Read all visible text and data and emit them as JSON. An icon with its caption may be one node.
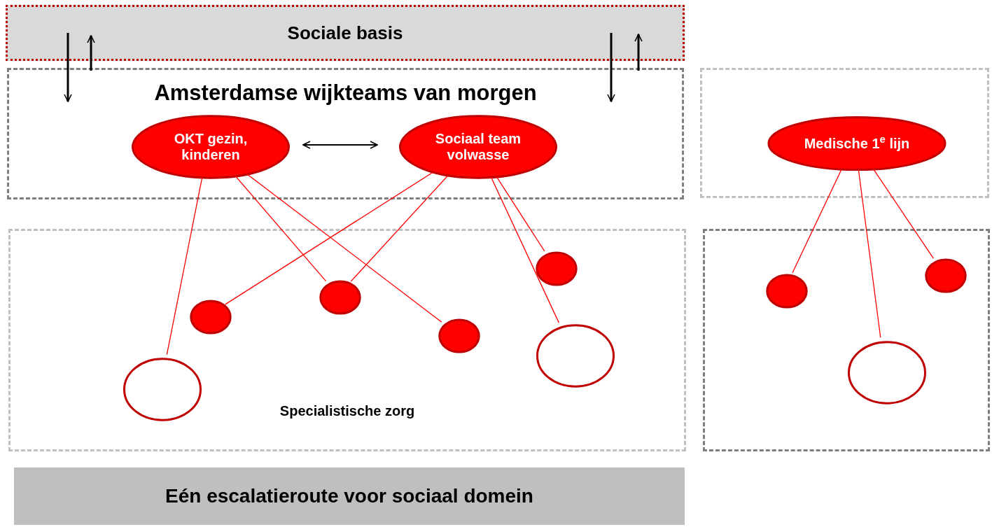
{
  "diagram": {
    "nodes": [
      {
        "text": [
          "Sociale basis"
        ]
      },
      {
        "text": [
          "Amsterdamse wijkteams van morgen"
        ]
      },
      {
        "text": [
          "OKT gezin, kinderen"
        ],
        "in": 1
      },
      {
        "text": [
          "Sociaal team volwasse"
        ],
        "in": 1
      },
      {
        "text": [],
        "shape": "box"
      },
      {
        "text": [
          "Medische 1$^{e}$ lijn"
        ],
        "in": 4
      },
      {
        "text": [
          "Specialistische zorg"
        ]
      },
      {
        "text": [],
        "shape": "circle",
        "in": 6
      },
      {
        "text": [],
        "shape": "circle",
        "in": 6
      },
      {
        "text": [],
        "shape": "circle",
        "in": 6
      },
      {
        "text": [],
        "shape": "circle",
        "in": 6
      },
      {
        "text": [],
        "shape": "circle",
        "in": 6
      },
      {
        "text": [],
        "shape": "circle",
        "in": 6
      },
      {
        "text": [],
        "shape": "box"
      },
      {
        "text": [],
        "shape": "circle",
        "in": 13
      },
      {
        "text": [],
        "shape": "circle",
        "in": 13
      },
      {
        "text": [],
        "shape": "circle",
        "in": 13
      },
      {
        "text": [
          "Eén escalatieroute voor sociaal domein"
        ]
      }
    ],
    "edges": [
      {
        "from": 0,
        "to": 1,
        "arrow": "to",
        "color": "#000000"
      },
      {
        "from": 1,
        "to": 0,
        "arrow": "to",
        "color": "#000000"
      },
      {
        "from": 0,
        "to": 1,
        "arrow": "to",
        "color": "#000000"
      },
      {
        "from": 1,
        "to": 0,
        "arrow": "to",
        "color": "#000000"
      },
      {
        "from": 2,
        "to": 3,
        "arrow": "both",
        "color": "#000000"
      },
      {
        "from": 2,
        "to": 7,
        "arrow": "none"
      },
      {
        "from": 2,
        "to": 9,
        "arrow": "none"
      },
      {
        "from": 2,
        "to": 10,
        "arrow": "none"
      },
      {
        "from": 3,
        "to": 8,
        "arrow": "none"
      },
      {
        "from": 3,
        "to": 9,
        "arrow": "none"
      },
      {
        "from": 3,
        "to": 11,
        "arrow": "none"
      },
      {
        "from": 3,
        "to": 12,
        "arrow": "none"
      },
      {
        "from": 5,
        "to": 14,
        "arrow": "none"
      },
      {
        "from": 5,
        "to": 15,
        "arrow": "none"
      },
      {
        "from": 5,
        "to": 16,
        "arrow": "none"
      }
    ]
  }
}
